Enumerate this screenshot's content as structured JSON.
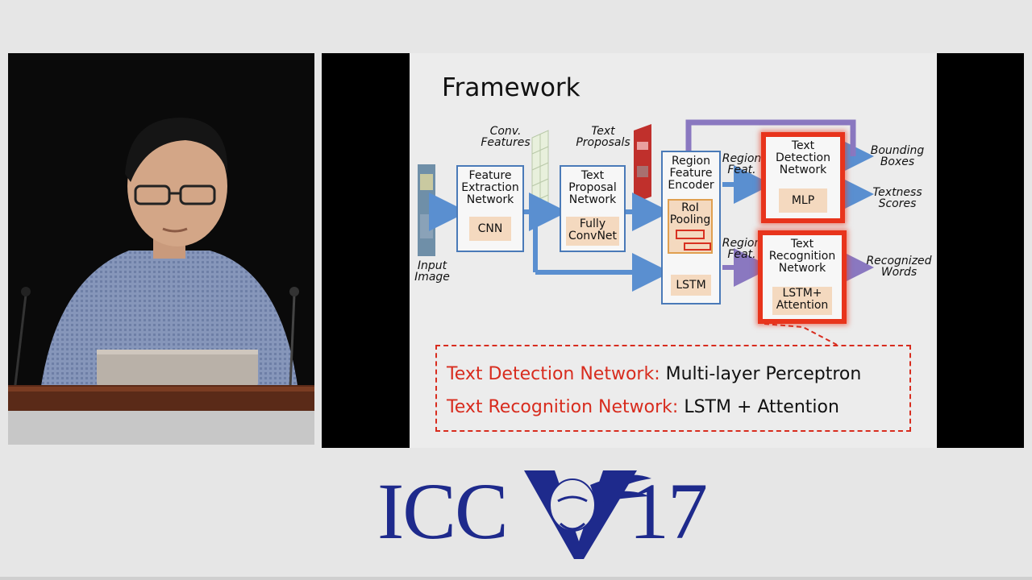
{
  "slide": {
    "title": "Framework",
    "labels": {
      "conv_features": [
        "Conv.",
        "Features"
      ],
      "text_proposals": [
        "Text",
        "Proposals"
      ],
      "input_image": [
        "Input",
        "Image"
      ],
      "region_feat_top": [
        "Region",
        "Feat."
      ],
      "region_feat_bottom": [
        "Region",
        "Feat."
      ],
      "bounding_boxes": [
        "Bounding",
        "Boxes"
      ],
      "textness_scores": [
        "Textness",
        "Scores"
      ],
      "recognized_words": [
        "Recognized",
        "Words"
      ]
    },
    "boxes": {
      "feature_extraction": {
        "title": [
          "Feature",
          "Extraction",
          "Network"
        ],
        "inner": "CNN"
      },
      "text_proposal": {
        "title": [
          "Text",
          "Proposal",
          "Network"
        ],
        "inner": [
          "Fully",
          "ConvNet"
        ]
      },
      "region_encoder": {
        "title": [
          "Region",
          "Feature",
          "Encoder"
        ],
        "roi": [
          "RoI",
          "Pooling"
        ],
        "lstm": "LSTM"
      },
      "text_detection": {
        "title": [
          "Text",
          "Detection",
          "Network"
        ],
        "inner": "MLP"
      },
      "text_recognition": {
        "title": [
          "Text",
          "Recognition",
          "Network"
        ],
        "inner": [
          "LSTM+",
          "Attention"
        ]
      }
    },
    "notes": [
      {
        "key": "Text Detection Network:",
        "value": "Multi-layer Perceptron"
      },
      {
        "key": "Text Recognition Network:",
        "value": "LSTM + Attention"
      }
    ]
  },
  "logo": {
    "text_left": "ICC",
    "text_right": "17"
  },
  "colors": {
    "arrow_blue": "#5a8fd0",
    "arrow_purple": "#8a78c0",
    "highlight_red": "#e8341c",
    "inner_fill": "#f4d9bf",
    "logo_blue": "#1e2a8c"
  }
}
